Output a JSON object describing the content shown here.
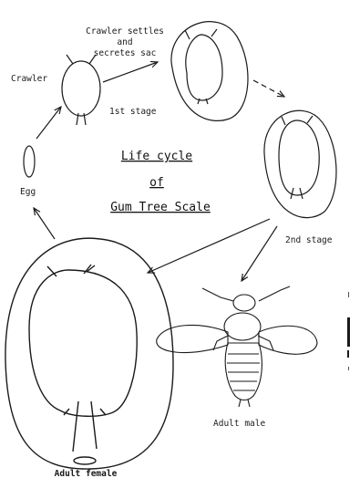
{
  "title": {
    "line1": "Life cycle",
    "line2": "of",
    "line3": "Gum Tree Scale"
  },
  "labels": {
    "crawler_settles": [
      "Crawler settles",
      "and",
      "secretes sac"
    ],
    "crawler": "Crawler",
    "first_stage": "1st stage",
    "egg": "Egg",
    "second_stage": "2nd stage",
    "adult_male": "Adult male",
    "adult_female": "Adult female"
  },
  "colors": {
    "ink": "#1a1a1a",
    "paper": "#ffffff"
  }
}
